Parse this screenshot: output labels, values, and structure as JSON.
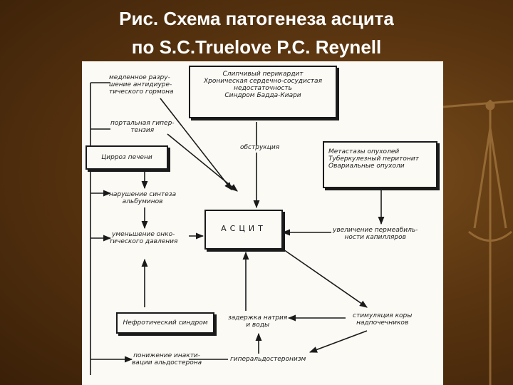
{
  "slide": {
    "title_line1": "Рис. Схема патогенеза асцита",
    "title_line2": "по S.C.Truelove P.C. Reynell"
  },
  "diagram": {
    "slow_destruction": [
      "медленное разру-",
      "шение антидиуре-",
      "тического гормона"
    ],
    "pericarditis_box": [
      "Слипчивый перикардит",
      "Хроническая сердечно-сосудистая",
      "недостаточность",
      "Синдром Бадда-Киари"
    ],
    "portal_hypertension": [
      "портальная гипер-",
      "тензия"
    ],
    "cirrhosis": "Цирроз печени",
    "obstruction": "обструкция",
    "tumors_box": [
      "Метастазы опухолей",
      "Туберкулезный перитонит",
      "Овариальные опухоли"
    ],
    "albumin_synthesis": [
      "нарушение синтеза",
      "альбуминов"
    ],
    "ascites": "АСЦИТ",
    "oncotic_pressure": [
      "уменьшение онко-",
      "тического давления"
    ],
    "permeability": [
      "увеличение пермеабиль-",
      "ности капилляров"
    ],
    "nephrotic": "Нефротический синдром",
    "sodium_retention": [
      "задержка натрия",
      "и воды"
    ],
    "adrenal_stimulation": [
      "стимуляция коры",
      "надпочечников"
    ],
    "aldosterone_inactivation": [
      "понижение инакти-",
      "вации альдостерона"
    ],
    "hyperaldosteronism": "гиперальдостеронизм"
  }
}
